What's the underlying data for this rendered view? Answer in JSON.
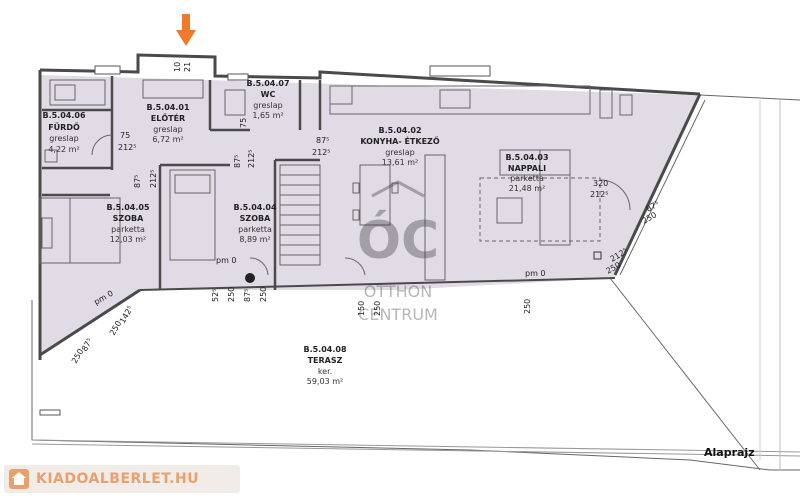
{
  "rooms": {
    "r06": {
      "code": "B.5.04.06",
      "name": "FÜRDŐ",
      "floor": "greslap",
      "area": "4,22 m²"
    },
    "r01": {
      "code": "B.5.04.01",
      "name": "ELŐTÉR",
      "floor": "greslap",
      "area": "6,72 m²"
    },
    "r07": {
      "code": "B.5.04.07",
      "name": "WC",
      "floor": "greslap",
      "area": "1,65 m²"
    },
    "r02": {
      "code": "B.5.04.02",
      "name": "KONYHA- ÉTKEZŐ",
      "floor": "greslap",
      "area": "13,61 m²"
    },
    "r03": {
      "code": "B.5.04.03",
      "name": "NAPPALI",
      "floor": "parketta",
      "area": "21,48 m²"
    },
    "r05": {
      "code": "B.5.04.05",
      "name": "SZOBA",
      "floor": "parketta",
      "area": "12,03 m²"
    },
    "r04": {
      "code": "B.5.04.04",
      "name": "SZOBA",
      "floor": "parketta",
      "area": "8,89 m²"
    },
    "r08": {
      "code": "B.5.04.08",
      "name": "TERASZ",
      "floor": "ker.",
      "area": "59,03 m²"
    }
  },
  "dims": {
    "d75a": "75",
    "d212a": "212⁵",
    "d75b": "75",
    "d87a": "87⁵",
    "d212b": "212⁵",
    "d87b": "87⁵",
    "d212c": "212⁵",
    "d87c": "87⁵",
    "d212d": "212⁵",
    "d320": "320",
    "d212e": "212⁵",
    "d87d": "87⁵",
    "d250a": "250",
    "d212f": "212⁵",
    "d250b": "250",
    "pm1": "pm 0",
    "pm2": "pm 0",
    "pm3": "pm 0",
    "d52": "52⁵",
    "d250c": "250",
    "d87e": "87⁵",
    "d250d": "250",
    "d150": "150",
    "d250e": "250",
    "d250f": "250",
    "d1": "10",
    "d2": "21",
    "d142": "142⁵",
    "d250g": "250",
    "d87f": "87⁵",
    "d250h": "250"
  },
  "watermark": {
    "logo": "ÓC",
    "line1": "OTTHON",
    "line2": "CENTRUM"
  },
  "caption": "Alaprajz",
  "brand": {
    "text": "KIADOALBERLET.HU"
  },
  "colors": {
    "floor": "#e1dbe6",
    "wall": "#4a4a4a",
    "marker": "#f07a2a"
  }
}
